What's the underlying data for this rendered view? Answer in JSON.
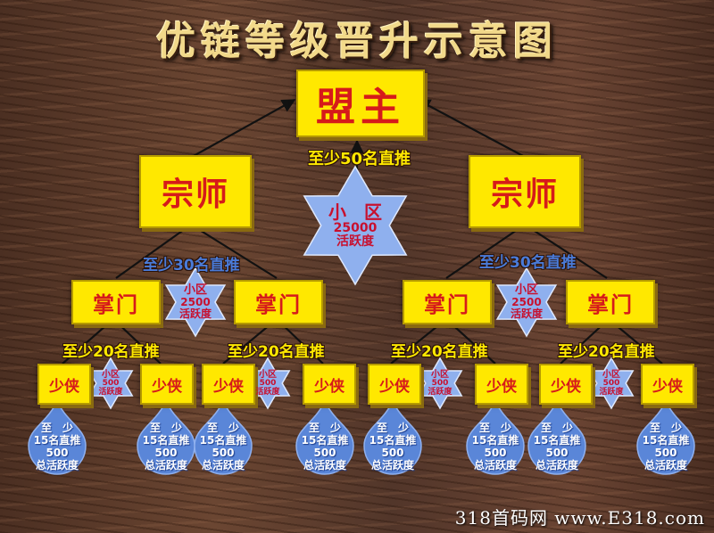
{
  "title": "优链等级晋升示意图",
  "levels": {
    "leader": "盟主",
    "master": "宗师",
    "head": "掌门",
    "knight": "少侠"
  },
  "requirements": {
    "leader": "至少50名直推",
    "master": "至少30名直推",
    "head": "至少20名直推"
  },
  "stars": {
    "big": {
      "line1": "小　区",
      "line2": "25000",
      "line3": "活跃度"
    },
    "mid": {
      "line1": "小区",
      "line2": "2500",
      "line3": "活跃度"
    },
    "small": {
      "line1": "小区",
      "line2": "500",
      "line3": "活跃度"
    }
  },
  "drop": {
    "line1": "至　少",
    "line2": "15名直推",
    "line3": "500",
    "line4": "总活跃度"
  },
  "footer": "318首码网 www.E318.com",
  "colors": {
    "box_fill": "#ffe800",
    "box_text": "#d61a1a",
    "star_fill": "#8fb0ee",
    "drop_fill": "#5a86d8",
    "arrow": "#111111"
  }
}
